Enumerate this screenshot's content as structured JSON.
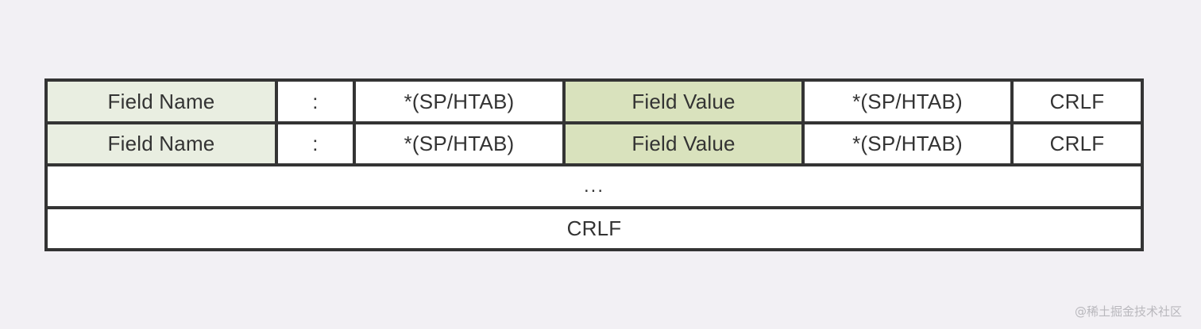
{
  "page": {
    "background_color": "#f2f0f4",
    "watermark": "@稀土掘金技术社区"
  },
  "diagram": {
    "name": "http-header-field-syntax-diagram",
    "border_color": "#343434",
    "text_color": "#333333",
    "colors": {
      "field_name_fill": "#e9eee1",
      "field_value_fill": "#d9e2bd",
      "plain_fill": "#ffffff"
    },
    "rows": [
      {
        "type": "header-field",
        "cells": [
          {
            "label": "Field Name",
            "fill": "field-name"
          },
          {
            "label": ":",
            "fill": "plain"
          },
          {
            "label": "*(SP/HTAB)",
            "fill": "plain"
          },
          {
            "label": "Field Value",
            "fill": "field-value"
          },
          {
            "label": "*(SP/HTAB)",
            "fill": "plain"
          },
          {
            "label": "CRLF",
            "fill": "plain"
          }
        ]
      },
      {
        "type": "header-field",
        "cells": [
          {
            "label": "Field Name",
            "fill": "field-name"
          },
          {
            "label": ":",
            "fill": "plain"
          },
          {
            "label": "*(SP/HTAB)",
            "fill": "plain"
          },
          {
            "label": "Field Value",
            "fill": "field-value"
          },
          {
            "label": "*(SP/HTAB)",
            "fill": "plain"
          },
          {
            "label": "CRLF",
            "fill": "plain"
          }
        ]
      },
      {
        "type": "continuation",
        "cells": [
          {
            "label": "...",
            "fill": "plain"
          }
        ]
      },
      {
        "type": "terminator",
        "cells": [
          {
            "label": "CRLF",
            "fill": "plain"
          }
        ]
      }
    ]
  }
}
